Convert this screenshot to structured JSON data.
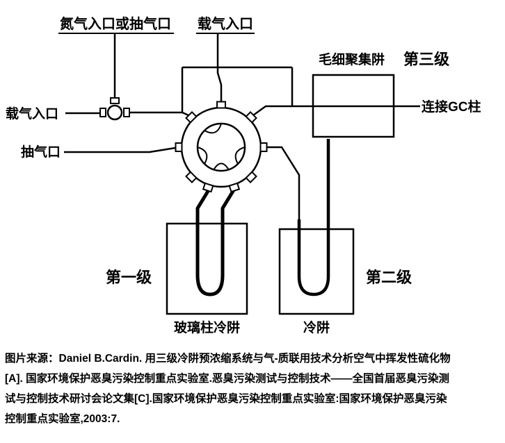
{
  "colors": {
    "stage_red": "#ee0000",
    "line_black": "#000000",
    "background": "#ffffff"
  },
  "diagram": {
    "labels": {
      "nitrogen_inlet": "氮气入口或抽气口",
      "carrier_gas_inlet_top": "载气入口",
      "carrier_gas_inlet_left": "载气入口",
      "pump_port": "抽气口",
      "capillary_trap": "毛细聚集阱",
      "stage3": "第三级",
      "gc_column": "连接GC柱",
      "stage1": "第一级",
      "stage2": "第二级",
      "glass_column_cold_trap": "玻璃柱冷阱",
      "cold_trap": "冷阱"
    }
  },
  "caption": {
    "lines": [
      "图片来源：Daniel B.Cardin. 用三级冷阱预浓缩系统与气-质联用技术分析空气中挥发性硫化物",
      "[A]. 国家环境保护恶臭污染控制重点实验室.恶臭污染测试与控制技术——全国首届恶臭污染测",
      "试与控制技术研讨会论文集[C].国家环境保护恶臭污染控制重点实验室:国家环境保护恶臭污染",
      "控制重点实验室,2003:7."
    ]
  }
}
